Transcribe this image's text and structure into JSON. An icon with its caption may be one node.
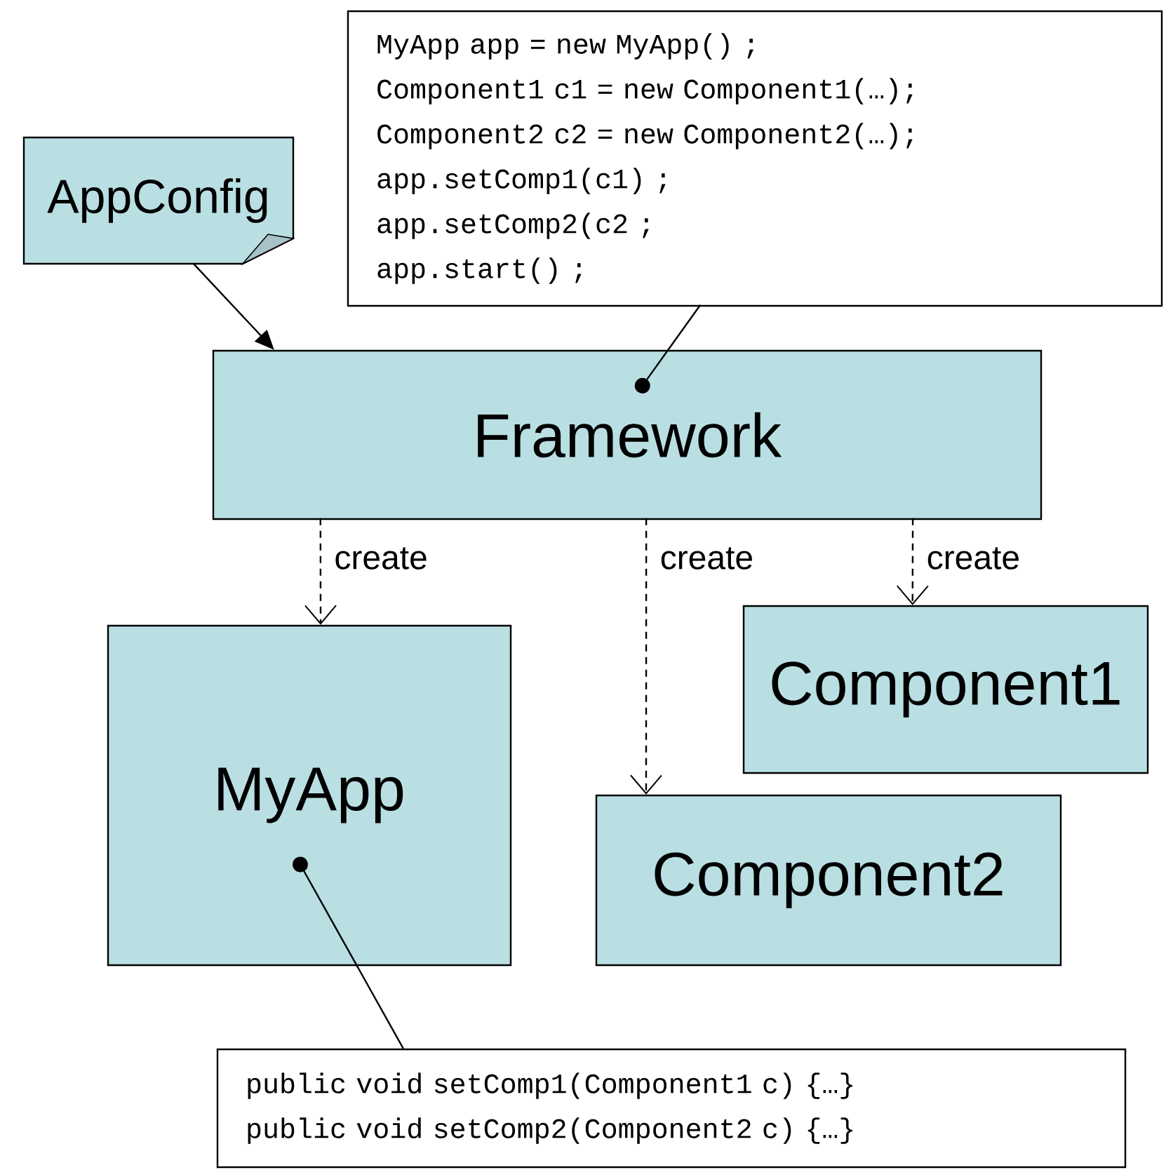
{
  "diagram": {
    "nodes": [
      {
        "text": [
          "AppConfig"
        ]
      },
      {
        "text": [
          "MyApp app = new MyApp() ;",
          "Component1 c1 = new Component1(…);",
          "Component2 c2 = new Component2(…);",
          "app.setComp1(c1) ;",
          "app.setComp2(c2 ;",
          "app.start() ;"
        ]
      },
      {
        "text": [
          "Framework"
        ]
      },
      {
        "text": [
          "MyApp"
        ]
      },
      {
        "text": [
          "Component1"
        ]
      },
      {
        "text": [
          "Component2"
        ]
      },
      {
        "text": [
          "public void setComp1(Component1 c) {…}",
          "public void setComp2(Component2 c) {…}"
        ]
      }
    ],
    "edges": [
      {
        "from": 0,
        "to": 2,
        "arrow": "to"
      },
      {
        "from": 1,
        "to": 2,
        "arrow": "other"
      },
      {
        "from": 2,
        "to": 3,
        "arrow": "to",
        "style": "dashed",
        "label": "create"
      },
      {
        "from": 2,
        "to": 5,
        "arrow": "to",
        "style": "dashed",
        "label": "create"
      },
      {
        "from": 2,
        "to": 4,
        "arrow": "to",
        "style": "dashed",
        "label": "create"
      },
      {
        "from": 6,
        "to": 3,
        "arrow": "other"
      }
    ]
  }
}
